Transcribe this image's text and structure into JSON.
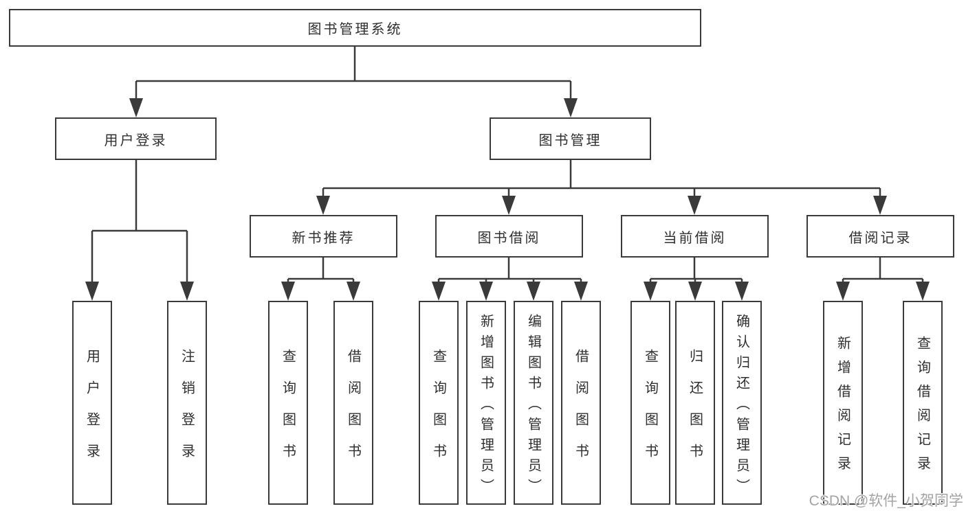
{
  "nodes": {
    "root": "图书管理系统",
    "user_login": "用户登录",
    "book_mgmt": "图书管理",
    "new_books": "新书推荐",
    "book_borrow": "图书借阅",
    "current_borrow": "当前借阅",
    "borrow_records": "借阅记录",
    "leaf_user_login": "用户登录",
    "leaf_logout": "注销登录",
    "leaf_query_books_1": "查询图书",
    "leaf_borrow_books_1": "借阅图书",
    "leaf_query_books_2": "查询图书",
    "leaf_add_books": "新增图书（管理员）",
    "leaf_edit_books": "编辑图书（管理员）",
    "leaf_borrow_books_2": "借阅图书",
    "leaf_query_books_3": "查询图书",
    "leaf_return_books": "归还图书",
    "leaf_confirm_return": "确认归还（管理员）",
    "leaf_add_record": "新增借阅记录",
    "leaf_query_record": "查询借阅记录"
  },
  "watermark": {
    "text": "CSDN @软件_小贺同学"
  },
  "colors": {
    "line": "#3a3a3a",
    "text": "#2f2f2f",
    "watermark": "#a3a3a3",
    "background": "#ffffff"
  }
}
